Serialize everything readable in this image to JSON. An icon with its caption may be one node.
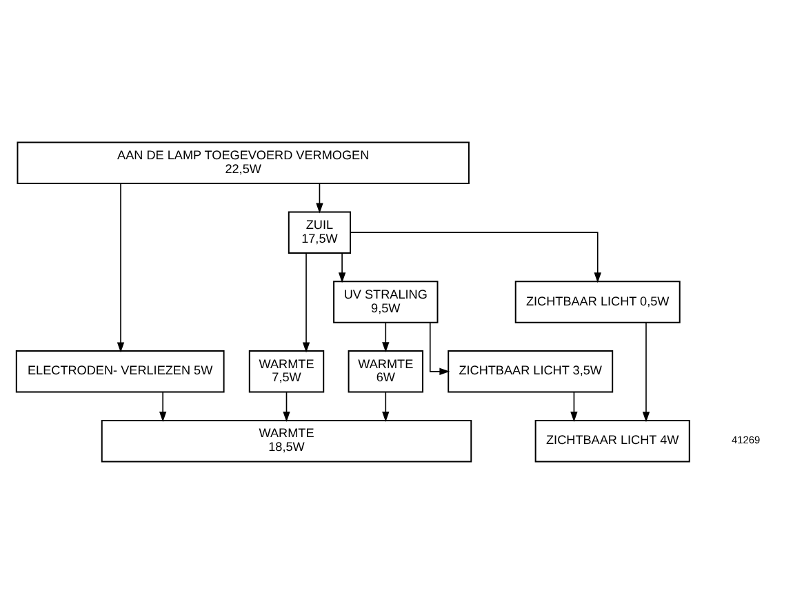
{
  "diagram": {
    "nodes": [
      {
        "text": [
          "AAN DE LAMP TOEGEVOERD VERMOGEN",
          "22,5W"
        ]
      },
      {
        "text": [
          "ZUIL",
          "17,5W"
        ]
      },
      {
        "text": [
          "UV STRALING",
          "9,5W"
        ]
      },
      {
        "text": [
          "ZICHTBAAR LICHT 0,5W"
        ]
      },
      {
        "text": [
          "WARMTE",
          "7,5W"
        ]
      },
      {
        "text": [
          "WARMTE",
          "6W"
        ]
      },
      {
        "text": [
          "ELECTRODEN- VERLIEZEN 5W"
        ]
      },
      {
        "text": [
          "ZICHTBAAR LICHT 3,5W"
        ]
      },
      {
        "text": [
          "WARMTE",
          "18,5W"
        ]
      },
      {
        "text": [
          "ZICHTBAAR LICHT 4W"
        ]
      }
    ],
    "edges": [
      {
        "from": 0,
        "to": 6,
        "arrow": "to"
      },
      {
        "from": 0,
        "to": 1,
        "arrow": "to"
      },
      {
        "from": 1,
        "to": 4,
        "arrow": "to"
      },
      {
        "from": 1,
        "to": 2,
        "arrow": "to"
      },
      {
        "from": 1,
        "to": 3,
        "arrow": "to"
      },
      {
        "from": 2,
        "to": 5,
        "arrow": "to"
      },
      {
        "from": 2,
        "to": 7,
        "arrow": "to"
      },
      {
        "from": 3,
        "to": 9,
        "arrow": "to"
      },
      {
        "from": 4,
        "to": 8,
        "arrow": "to"
      },
      {
        "from": 5,
        "to": 8,
        "arrow": "to"
      },
      {
        "from": 6,
        "to": 8,
        "arrow": "to"
      },
      {
        "from": 7,
        "to": 9,
        "arrow": "to"
      }
    ],
    "labels": [
      "41269"
    ]
  }
}
